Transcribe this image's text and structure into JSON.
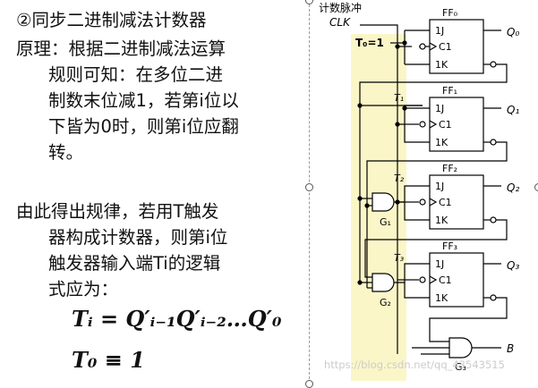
{
  "text": {
    "title": "②同步二进制减法计数器",
    "principle_lines": [
      "原理：根据二进制减法运算",
      "规则可知：在多位二进",
      "制数末位减1，若第i位以",
      "下皆为0时，则第i位应翻",
      "转。"
    ],
    "rule_lines": [
      "由此得出规律，若用T触发",
      "器构成计数器，则第i位",
      "触发器输入端Ti的逻辑",
      "式应为："
    ],
    "formula1": "Tᵢ = Q′ᵢ₋₁Q′ᵢ₋₂…Q′₀",
    "formula2": "T₀ ≡ 1"
  },
  "circuit": {
    "clock_title": "计数脉冲",
    "clock_label": "CLK",
    "t0_label": "T₀=1",
    "ff_labels": [
      "FF₀",
      "FF₁",
      "FF₂",
      "FF₃"
    ],
    "pin_1j": "1J",
    "pin_c1": "C1",
    "pin_1k": "1K",
    "q_labels": [
      "Q₀",
      "Q₁",
      "Q₂",
      "Q₃"
    ],
    "t_labels": [
      "T₁",
      "T₂",
      "T₃"
    ],
    "gate_labels": [
      "G₁",
      "G₂",
      "G₃"
    ],
    "output_label": "B",
    "highlight_color": "#fbf6c8",
    "watermark": "https://blog.csdn.net/qq_43543515"
  }
}
